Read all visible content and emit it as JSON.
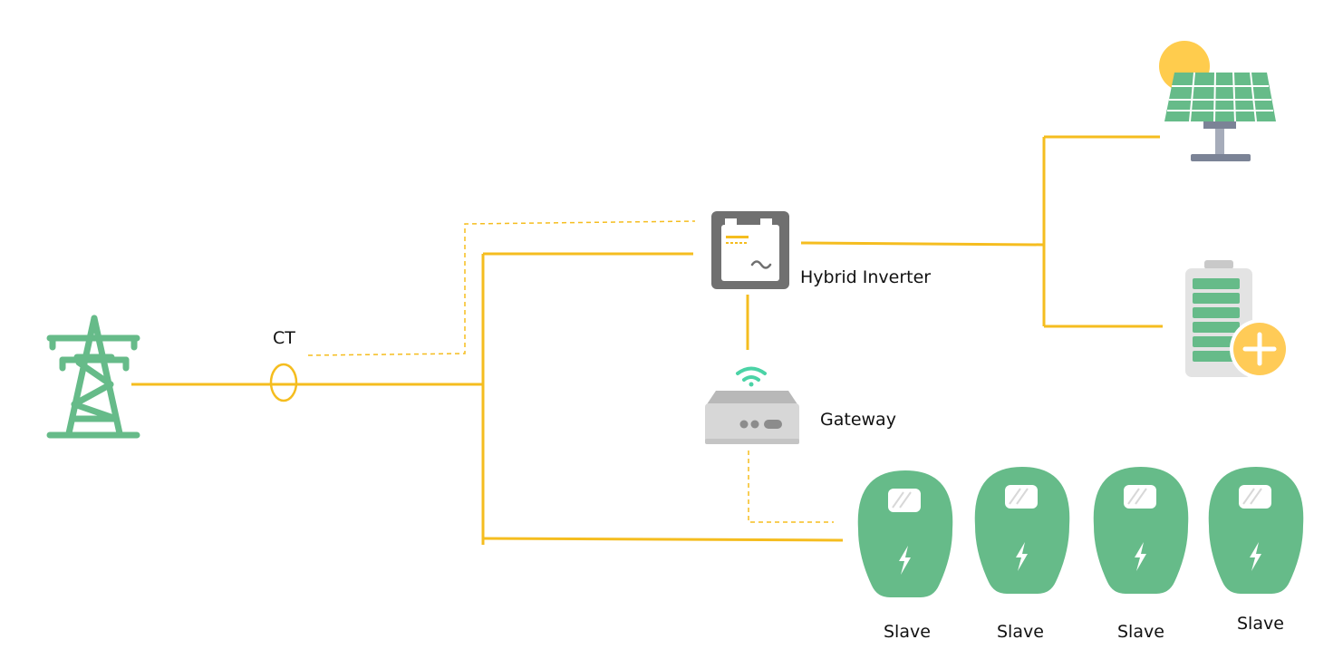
{
  "labels": {
    "ct": "CT",
    "inverter": "Hybrid Inverter",
    "gateway": "Gateway",
    "slaves": [
      "Slave",
      "Slave",
      "Slave",
      "Slave"
    ]
  },
  "colors": {
    "power_line": "#F5BD1F",
    "device_green": "#66BB89",
    "inverter_gray": "#707070",
    "gateway_gray": "#CFCFCF",
    "sun": "#FFCC4D",
    "battery_plus": "#FFCB57",
    "text": "#111111"
  },
  "icons": {
    "grid": "transmission-tower-icon",
    "inverter": "hybrid-inverter-icon",
    "gateway": "gateway-router-icon",
    "wifi": "wifi-signal-icon",
    "solar": "solar-panel-icon",
    "battery": "battery-icon",
    "charger": "ev-charger-icon"
  }
}
